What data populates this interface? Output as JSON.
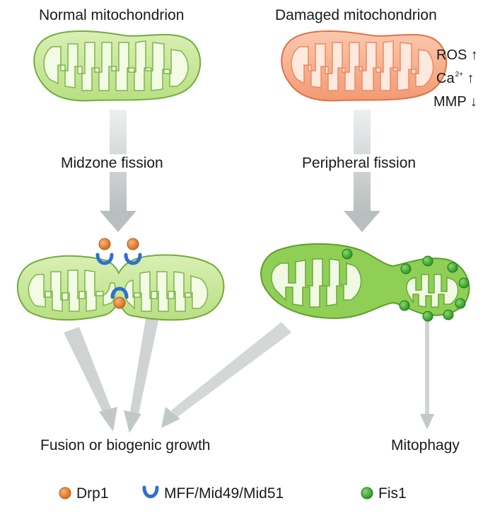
{
  "titles": {
    "normal": "Normal mitochondrion",
    "damaged": "Damaged mitochondrion"
  },
  "indicators": {
    "ros": "ROS ↑",
    "ca_base": "Ca",
    "ca_sup": "2+",
    "ca_arrow": "↑",
    "mmp": "MMP ↓"
  },
  "processes": {
    "midzone": "Midzone fission",
    "peripheral": "Peripheral fission"
  },
  "outcomes": {
    "fusion": "Fusion or biogenic growth",
    "mitophagy": "Mitophagy"
  },
  "legend": {
    "drp1": "Drp1",
    "mff": "MFF/Mid49/Mid51",
    "fis1": "Fis1"
  },
  "colors": {
    "healthy_outer": "#cde9a4",
    "healthy_stroke": "#6fae3a",
    "damaged_outer": "#f7b99b",
    "damaged_stroke": "#e07048",
    "fission_green": "#8fcf55",
    "arrow_gray": "#c8cccc",
    "drp1": "#e2802a",
    "mff": "#2f6fd0",
    "fis1": "#3aa62c"
  }
}
